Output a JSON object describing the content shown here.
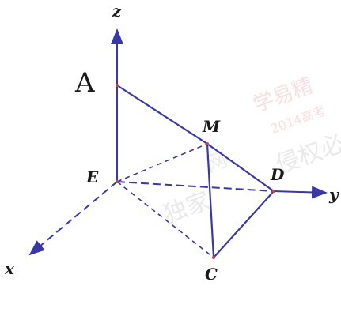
{
  "figure": {
    "points": {
      "A": "A",
      "M": "M",
      "E": "E",
      "D": "D",
      "C": "C"
    },
    "axes": {
      "z": "z",
      "y": "y",
      "x": "x"
    },
    "watermark": {
      "text1": "学易精",
      "text2": "2014高考",
      "text3": "侵权必",
      "text4": "独家",
      "text5": "网"
    },
    "colors": {
      "line": "#3838a8",
      "label": "#1a1a1a"
    }
  }
}
